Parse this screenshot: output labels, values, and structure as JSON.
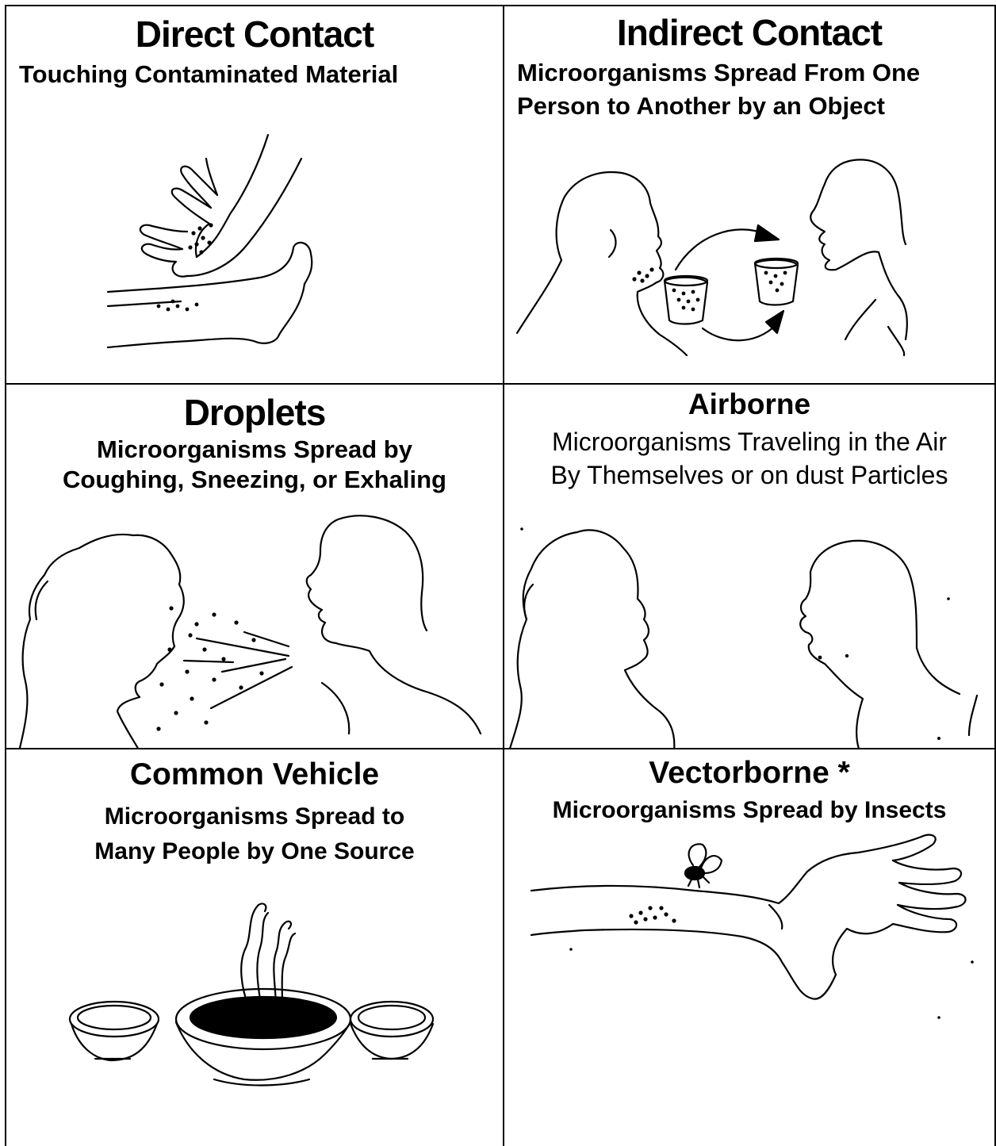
{
  "panels": {
    "direct_contact": {
      "title": "Direct Contact",
      "subtitle": "Touching Contaminated Material",
      "illustration": "hand-touching-leg-icon"
    },
    "indirect_contact": {
      "title": "Indirect Contact",
      "subtitle_line1": "Microorganisms Spread From One",
      "subtitle_line2": "Person to Another by an Object",
      "illustration": "two-people-sharing-cup-icon"
    },
    "droplets": {
      "title": "Droplets",
      "subtitle_line1": "Microorganisms Spread by",
      "subtitle_line2": "Coughing, Sneezing, or Exhaling",
      "illustration": "person-sneezing-on-person-icon"
    },
    "airborne": {
      "title": "Airborne",
      "subtitle_line1": "Microorganisms Traveling in the Air",
      "subtitle_line2": "By Themselves or on dust Particles",
      "illustration": "two-people-facing-icon"
    },
    "common_vehicle": {
      "title": "Common Vehicle",
      "subtitle_line1": "Microorganisms Spread to",
      "subtitle_line2": "Many People by One Source",
      "illustration": "three-bowls-icon"
    },
    "vectorborne": {
      "title": "Vectorborne *",
      "subtitle": "Microorganisms Spread by Insects",
      "illustration": "insect-on-arm-icon"
    }
  },
  "colors": {
    "ink": "#000000",
    "paper": "#ffffff"
  }
}
